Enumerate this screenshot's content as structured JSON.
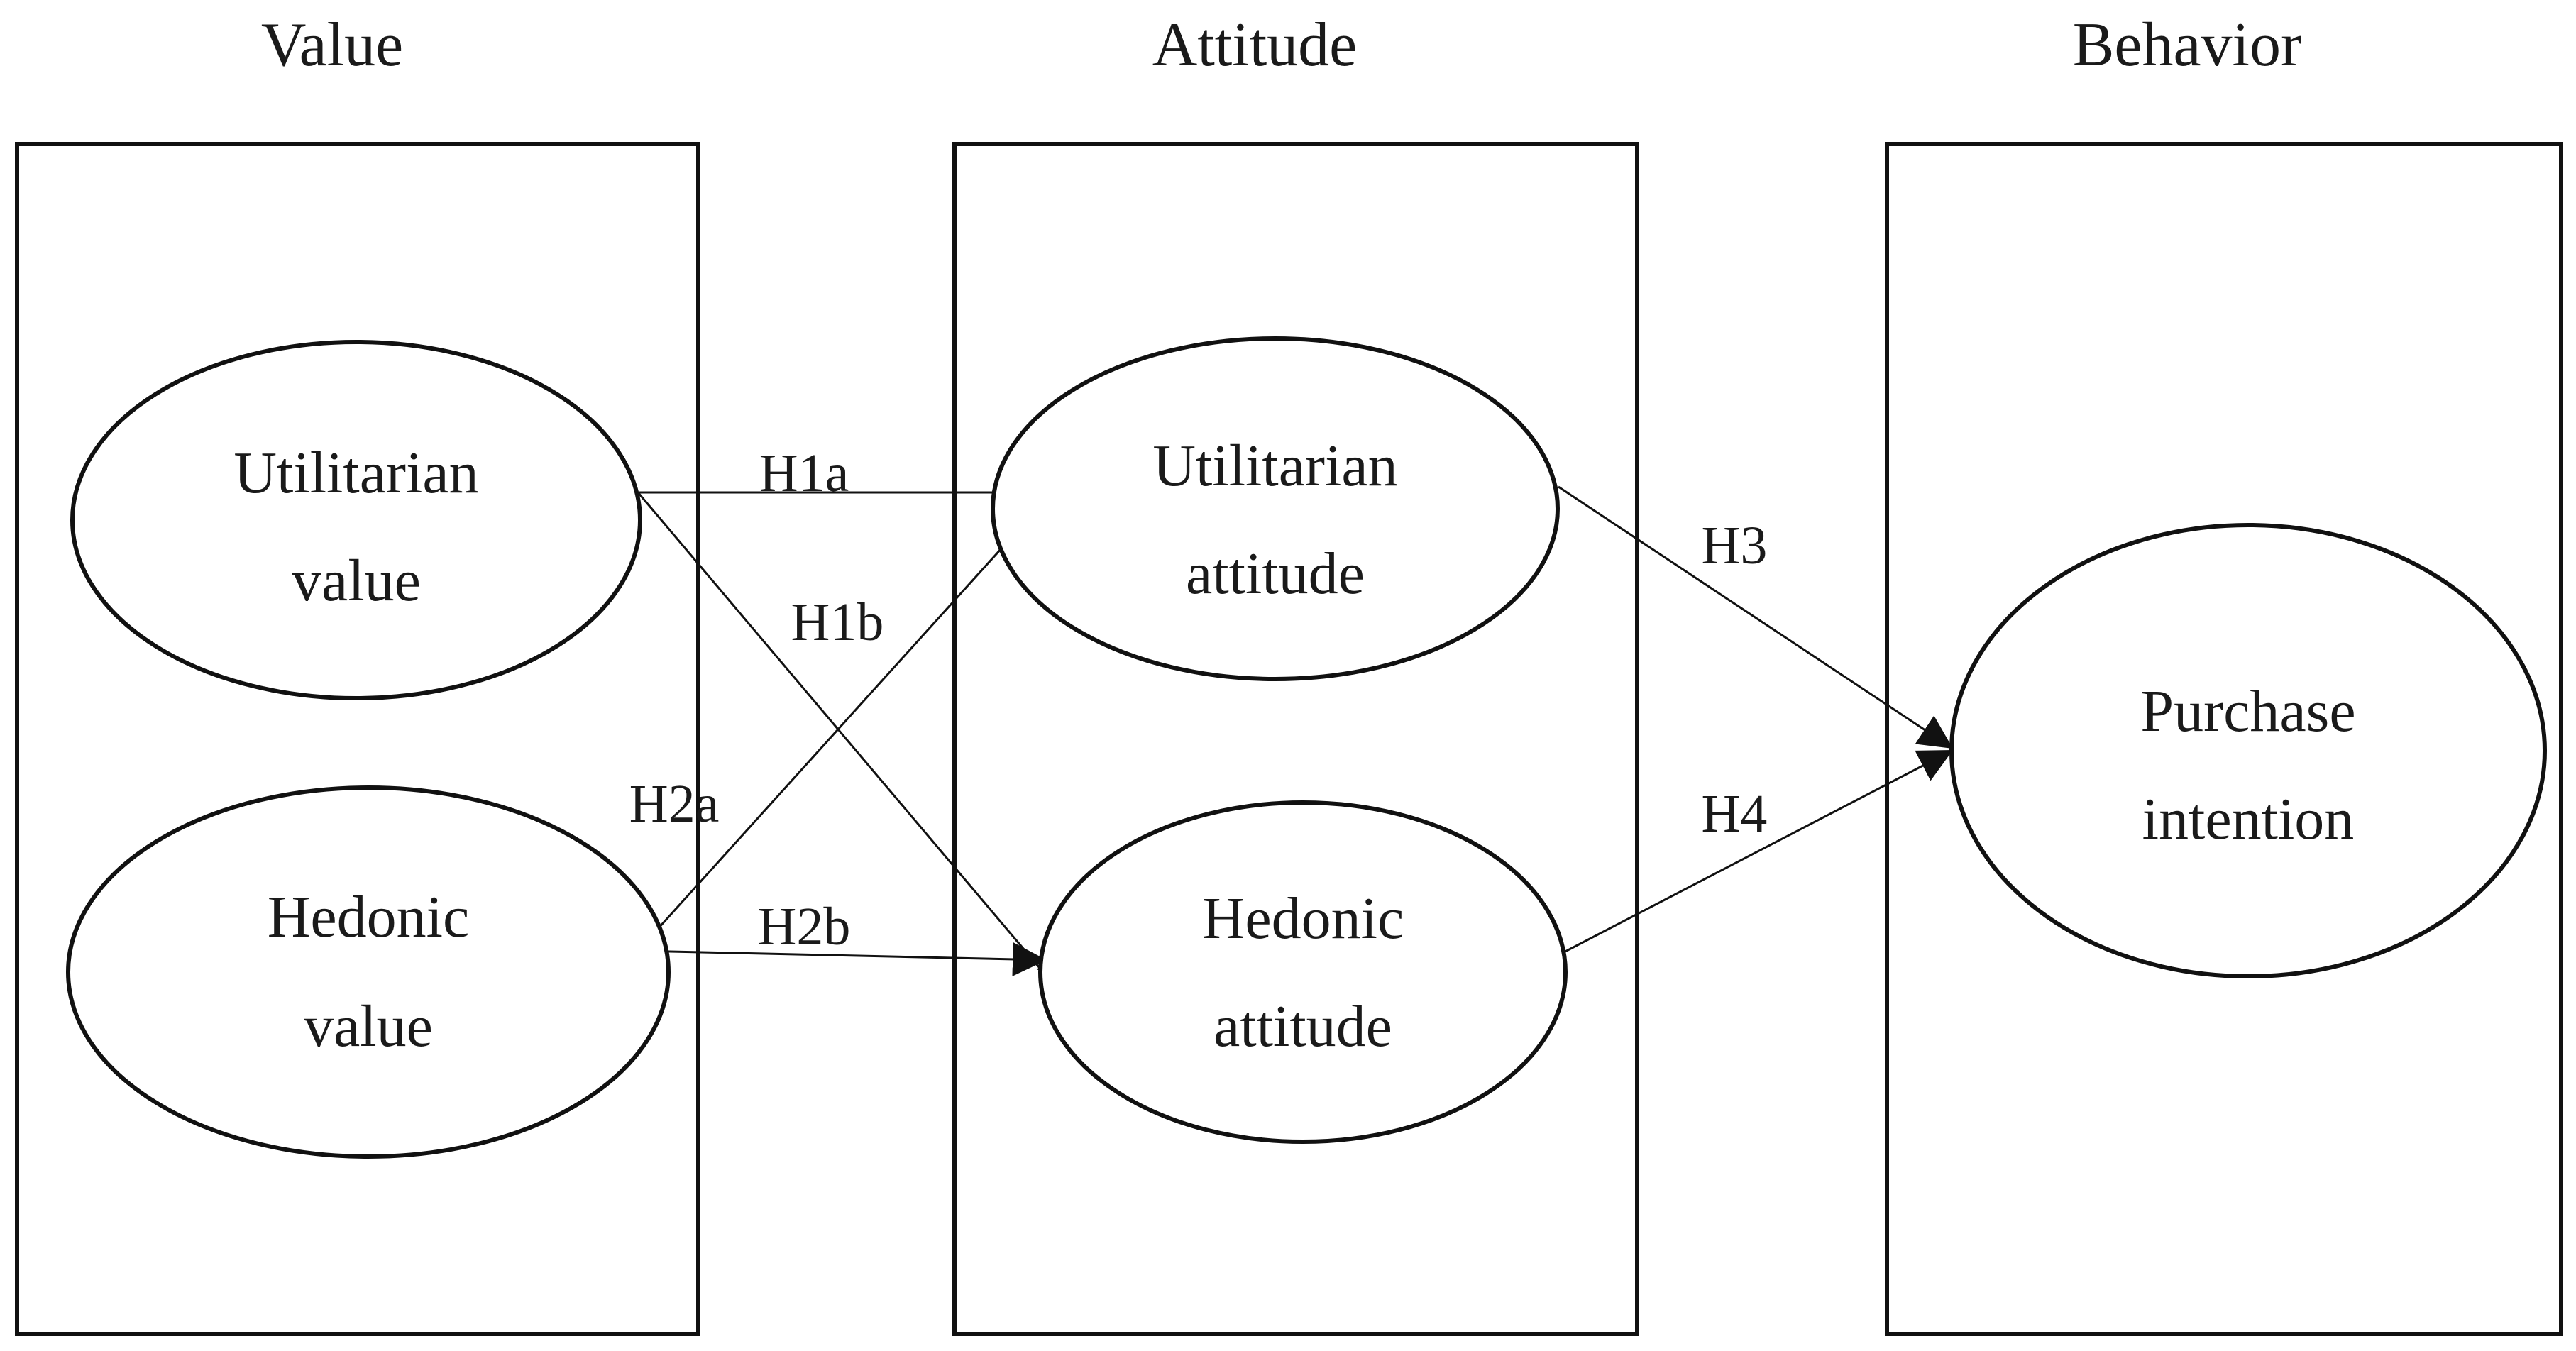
{
  "columns": [
    {
      "id": "value",
      "heading": "Value"
    },
    {
      "id": "attitude",
      "heading": "Attitude"
    },
    {
      "id": "behavior",
      "heading": "Behavior"
    }
  ],
  "nodes": {
    "utilitarian_value": {
      "line1": "Utilitarian",
      "line2": "value"
    },
    "hedonic_value": {
      "line1": "Hedonic",
      "line2": "value"
    },
    "utilitarian_attitude": {
      "line1": "Utilitarian",
      "line2": "attitude"
    },
    "hedonic_attitude": {
      "line1": "Hedonic",
      "line2": "attitude"
    },
    "purchase_intention": {
      "line1": "Purchase",
      "line2": "intention"
    }
  },
  "hypotheses": [
    {
      "label": "H1a",
      "from": "utilitarian_value",
      "to": "utilitarian_attitude"
    },
    {
      "label": "H1b",
      "from": "utilitarian_value",
      "to": "hedonic_attitude"
    },
    {
      "label": "H2a",
      "from": "hedonic_value",
      "to": "utilitarian_attitude"
    },
    {
      "label": "H2b",
      "from": "hedonic_value",
      "to": "hedonic_attitude"
    },
    {
      "label": "H3",
      "from": "utilitarian_attitude",
      "to": "purchase_intention"
    },
    {
      "label": "H4",
      "from": "hedonic_attitude",
      "to": "purchase_intention"
    }
  ]
}
